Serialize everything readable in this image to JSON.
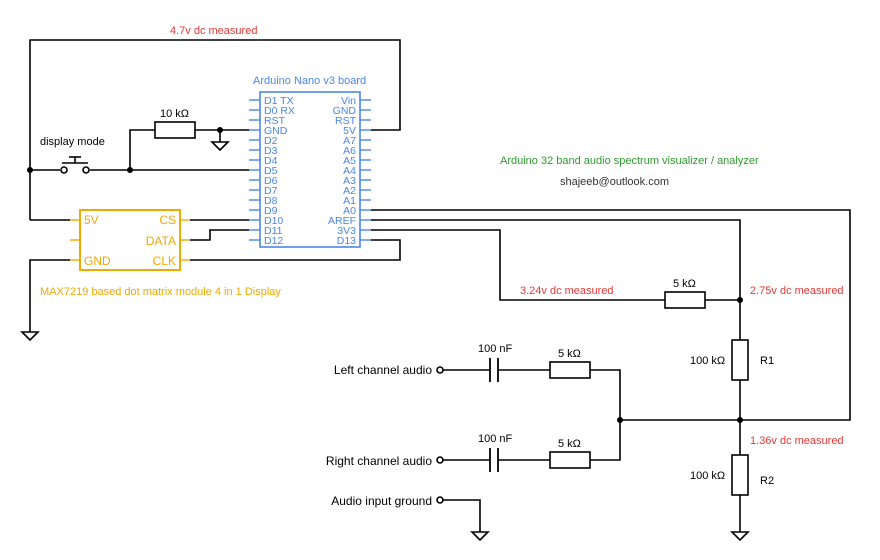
{
  "measurements": {
    "vin": "4.7v dc measured",
    "v3v3": "3.24v  dc measured",
    "aref": "2.75v dc measured",
    "bias": "1.36v dc measured"
  },
  "arduino": {
    "title": "Arduino Nano v3 board",
    "left_pins": [
      "D1 TX",
      "D0 RX",
      "RST",
      "GND",
      "D2",
      "D3",
      "D4",
      "D5",
      "D6",
      "D7",
      "D8",
      "D9",
      "D10",
      "D11",
      "D12"
    ],
    "right_pins": [
      "Vin",
      "GND",
      "RST",
      "5V",
      "A7",
      "A6",
      "A5",
      "A4",
      "A3",
      "A2",
      "A1",
      "A0",
      "AREF",
      "3V3",
      "D13"
    ]
  },
  "display": {
    "left_pins": [
      "5V",
      "GND"
    ],
    "right_pins": [
      "CS",
      "DATA",
      "CLK"
    ],
    "caption": "MAX7219 based dot matrix module 4 in 1 Display"
  },
  "project": {
    "title": "Arduino 32 band audio spectrum visualizer / analyzer",
    "email": "shajeeb@outlook.com"
  },
  "components": {
    "pullup_resistor": "10 kΩ",
    "button": "display mode",
    "divider_resistor": "5 kΩ",
    "r1_value": "100 kΩ",
    "r1_label": "R1",
    "r2_value": "100 kΩ",
    "r2_label": "R2",
    "left_cap": "100 nF",
    "left_res": "5 kΩ",
    "right_cap": "100 nF",
    "right_res": "5 kΩ"
  },
  "inputs": {
    "left": "Left channel audio",
    "right": "Right channel audio",
    "ground": "Audio input ground"
  },
  "colors": {
    "blue": "#4a86e8",
    "orange": "#f1a800",
    "red": "#e53935",
    "green": "#2e9b2e"
  }
}
